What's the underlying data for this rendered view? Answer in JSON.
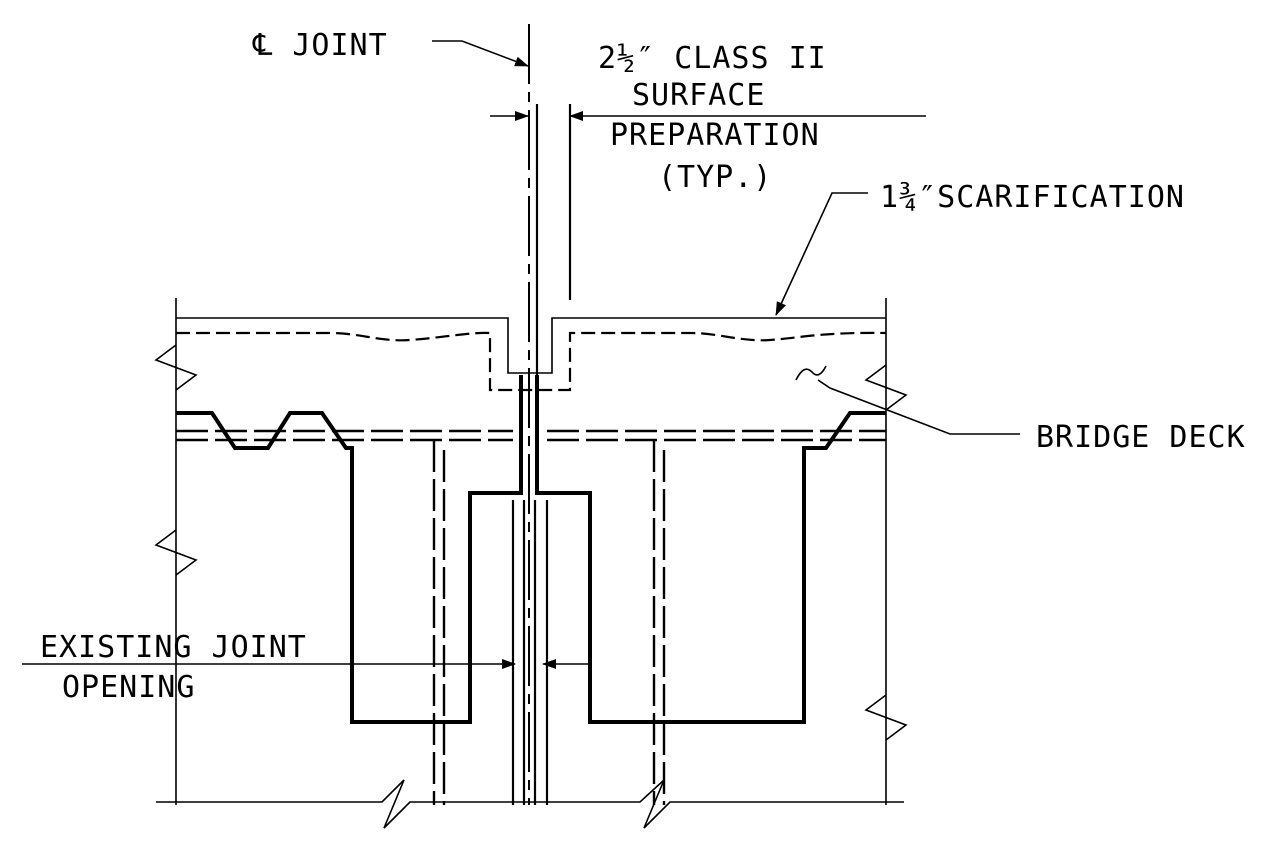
{
  "labels": {
    "cl_joint": "℄ JOINT",
    "class_ii_line1": "2½″ CLASS II",
    "class_ii_line2": "SURFACE",
    "class_ii_line3": "PREPARATION",
    "class_ii_line4": "(TYP.)",
    "scarification": "1¾″SCARIFICATION",
    "bridge_deck": "BRIDGE DECK",
    "existing_joint_line1": "EXISTING JOINT",
    "existing_joint_line2": "OPENING"
  }
}
